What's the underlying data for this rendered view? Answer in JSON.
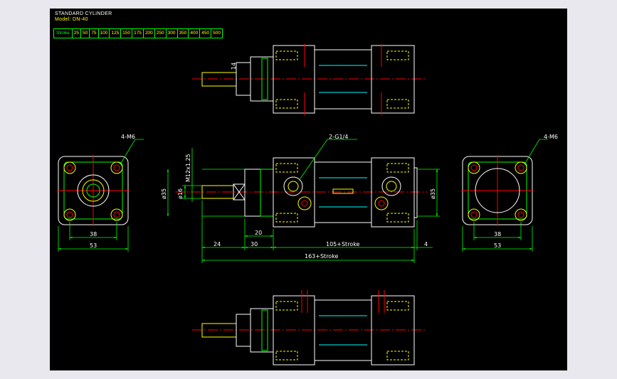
{
  "header": {
    "title": "STANDARD CYLINDER",
    "model": "Model: DN-40"
  },
  "stroke_table": {
    "label": "Stroke",
    "values": [
      "25",
      "50",
      "75",
      "100",
      "125",
      "150",
      "175",
      "200",
      "250",
      "300",
      "350",
      "400",
      "450",
      "500"
    ]
  },
  "dimensions": {
    "rod_width": "14",
    "port_label": "2-G1/4",
    "thread_label": "M12x1.25",
    "rod_dia": "ø16",
    "boss_dia": "ø35",
    "boss_dia_right": "ø35",
    "len_20": "20",
    "len_24": "24",
    "len_30": "30",
    "len_stroke_body": "105+Stroke",
    "len_4": "4",
    "len_total": "163+Stroke",
    "left_holes": "4-M6",
    "left_inner": "38",
    "left_outer": "53",
    "right_holes": "4-M6",
    "right_inner": "38",
    "right_outer": "53"
  },
  "colors": {
    "background": "#000000",
    "outline": "#ffffff",
    "dimension": "#00ff00",
    "text": "#ffffff",
    "centerline": "#ff0000",
    "hidden": "#ffff00",
    "barrel": "#00ffff"
  }
}
